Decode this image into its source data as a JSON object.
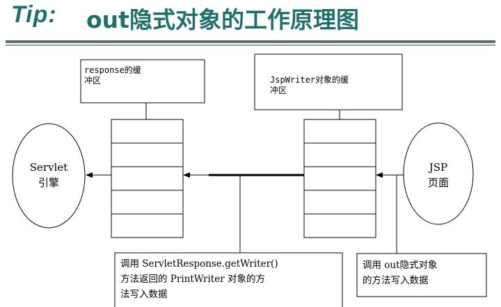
{
  "header": {
    "tip": "Tip:",
    "title": "out隐式对象的工作原理图"
  },
  "diagram": {
    "response_buffer_label": [
      "response的缓",
      "冲区"
    ],
    "jspwriter_buffer_label": [
      "JspWriter对象的缓",
      "冲区"
    ],
    "servlet_engine_label": [
      "Servlet",
      "引擎"
    ],
    "jsp_page_label": [
      "JSP",
      "页面"
    ],
    "getwriter_note": [
      "调用 ServletResponse.getWriter()",
      "方法返回的 PrintWriter 对象的方",
      "法写入数据"
    ],
    "out_note": [
      "调用 out隐式对象",
      "的方法写入数据"
    ]
  }
}
